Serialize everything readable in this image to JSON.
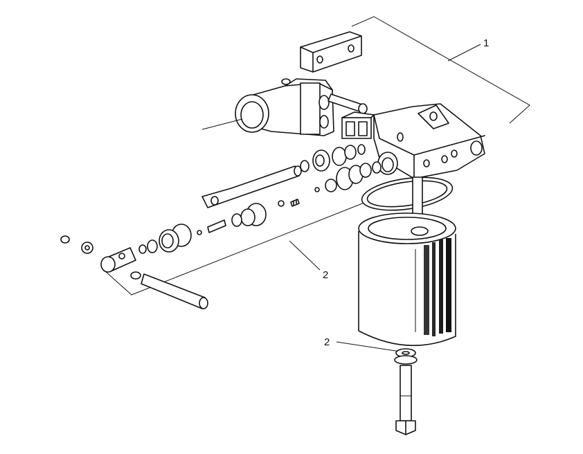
{
  "callouts": [
    {
      "id": "c1",
      "label": "1"
    },
    {
      "id": "c2",
      "label": "2"
    },
    {
      "id": "c3",
      "label": "2"
    }
  ],
  "colors": {
    "ink": "#111111",
    "paper": "#ffffff"
  }
}
